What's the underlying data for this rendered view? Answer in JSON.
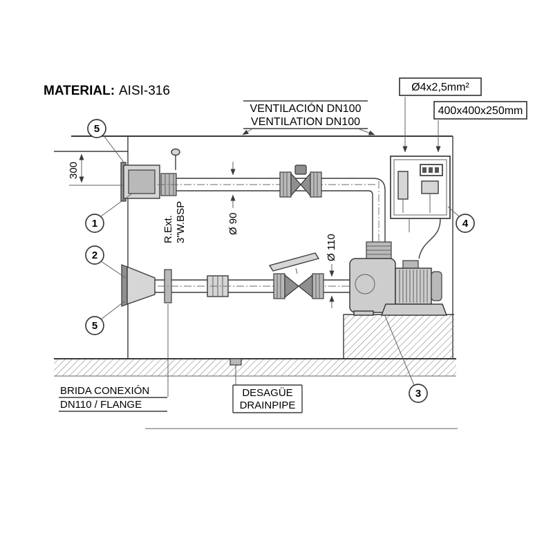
{
  "material": {
    "label": "MATERIAL:",
    "value": "AISI-316"
  },
  "ventilation": {
    "line1": "VENTILACIÓN DN100",
    "line2": "VENTILATION DN100"
  },
  "cable_label": "Ø4x2,5mm²",
  "panel_size_label": "400x400x250mm",
  "dimensions": {
    "water_depth": "300",
    "pipe_upper": "Ø 90",
    "pipe_lower": "Ø 110",
    "thread_line1": "R.Ext.",
    "thread_line2": "3\"W.BSP"
  },
  "flange_label": {
    "line1": "BRIDA CONEXIÓN",
    "line2": "DN110 / FLANGE"
  },
  "drain_label": {
    "line1": "DESAGÜE",
    "line2": "DRAINPIPE"
  },
  "callouts": {
    "item5_top": "5",
    "item1": "1",
    "item2": "2",
    "item5_bottom": "5",
    "item3": "3",
    "item4": "4"
  },
  "colors": {
    "line": "#3a3a3a",
    "background": "#ffffff"
  }
}
